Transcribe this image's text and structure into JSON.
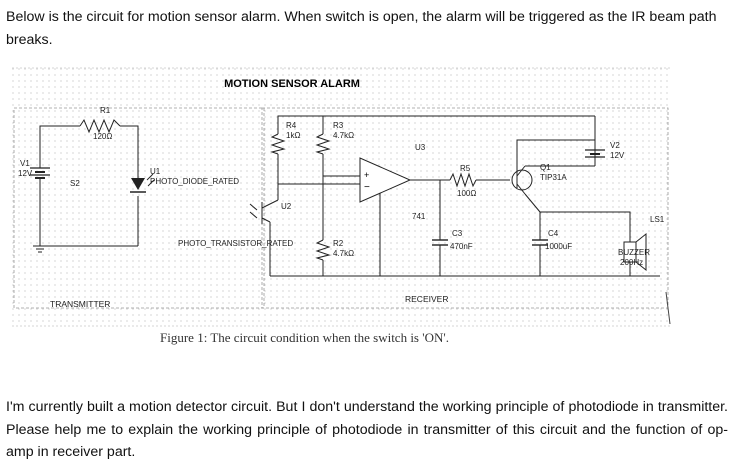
{
  "intro": "Below is the circuit for motion sensor alarm. When switch is open, the alarm will be triggered as the IR beam path breaks.",
  "diagram": {
    "title": "MOTION SENSOR ALARM",
    "labels": {
      "r1": "R1",
      "r1_val": "120Ω",
      "v1": "V1",
      "v1_val": "12V",
      "s2": "S2",
      "u1": "U1",
      "u1_part": "PHOTO_DIODE_RATED",
      "r4": "R4",
      "r4_val": "1kΩ",
      "r3": "R3",
      "r3_val": "4.7kΩ",
      "u2": "U2",
      "u2_part": "PHOTO_TRANSISTOR_RATED",
      "r2": "R2",
      "r2_val": "4.7kΩ",
      "u3": "U3",
      "u3_part": "741",
      "r5": "R5",
      "r5_val": "100Ω",
      "c3": "C3",
      "c3_val": "470nF",
      "q1": "Q1",
      "q1_part": "TIP31A",
      "v2": "V2",
      "v2_val": "12V",
      "c4": "C4",
      "c4_val": "1000uF",
      "ls1": "LS1",
      "ls1_part": "BUZZER",
      "ls1_freq": "200Hz",
      "transmitter": "TRANSMITTER",
      "receiver": "RECEIVER"
    }
  },
  "caption": "Figure 1: The circuit condition when the switch is 'ON'.",
  "question": "I'm currently built a motion detector circuit. But I don't understand the working principle of photodiode in transmitter. Please help me to explain the working principle of photodiode in transmitter of this circuit and the function of op-amp in receiver part."
}
